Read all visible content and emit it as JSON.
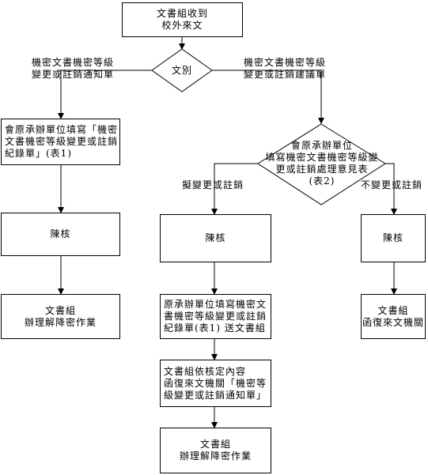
{
  "nodes": {
    "start": [
      "文書組收到",
      "校外來文"
    ],
    "decision1": [
      "文別"
    ],
    "left_form": [
      "會原承辦單位填寫「機密",
      "文書機密等級變更或註銷",
      "紀錄單」(表1)"
    ],
    "left_review": [
      "陳核"
    ],
    "left_end": [
      "文書組",
      "辦理解降密作業"
    ],
    "decision2": [
      "會原承辦單位",
      "填寫機密文書機密等級變",
      "更或註銷處理意見表",
      "(表2)"
    ],
    "mid_review": [
      "陳核"
    ],
    "mid_form": [
      "原承辦單位填寫機密文",
      "書機密等級變更或註銷",
      "紀錄單(表1) 送文書組"
    ],
    "mid_notify": [
      "文書組依核定內容",
      "函復來文機關「機密等",
      "級變更或註銷通知單」"
    ],
    "mid_end": [
      "文書組",
      "辦理解降密作業"
    ],
    "right_review": [
      "陳核"
    ],
    "right_end": [
      "文書組",
      "函復來文機關"
    ]
  },
  "edge_labels": {
    "left_branch": [
      "機密文書機密等級",
      "變更或註銷通知單"
    ],
    "right_branch": [
      "機密文書機密等級",
      "變更或註銷建議單"
    ],
    "change": [
      "擬變更或註銷"
    ],
    "no_change": [
      "不變更或註銷"
    ]
  }
}
